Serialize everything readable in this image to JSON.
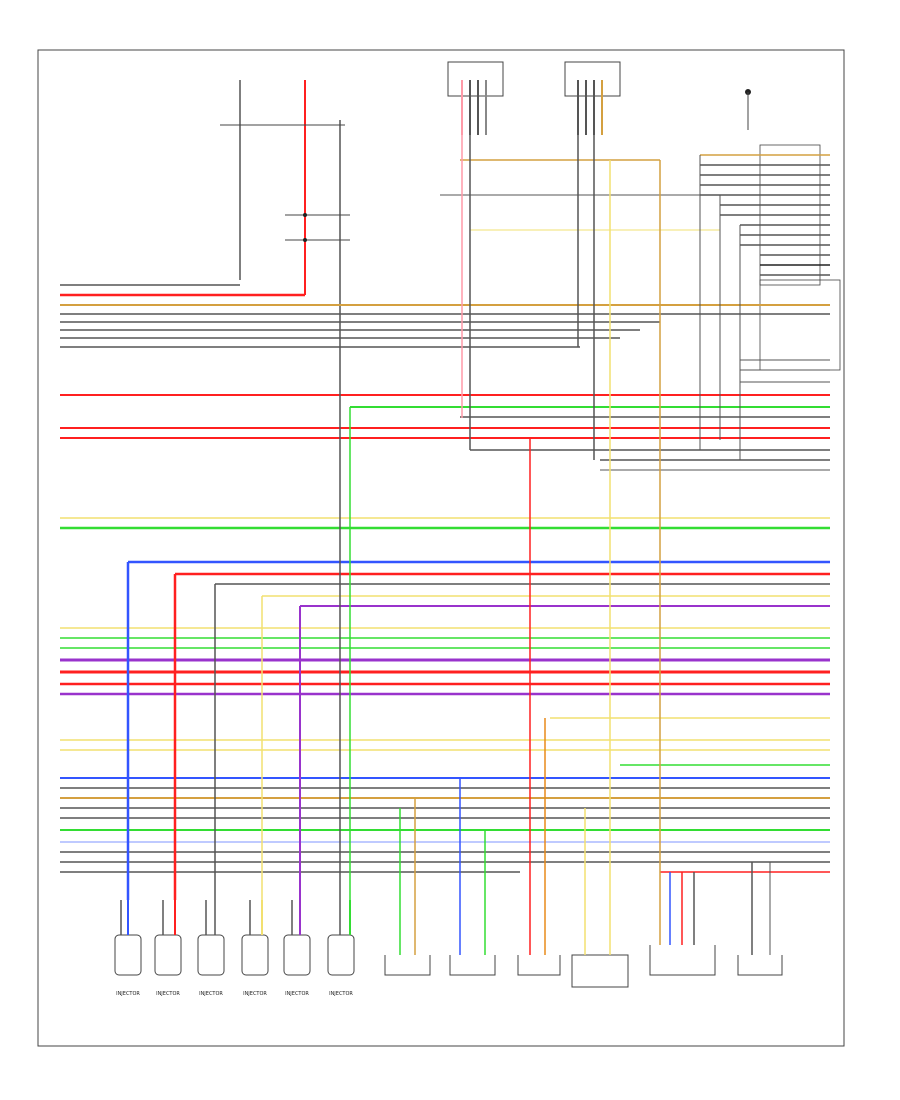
{
  "footer_code": "",
  "components": [
    {
      "id": "inj1",
      "label": "INJECTOR"
    },
    {
      "id": "inj2",
      "label": "INJECTOR"
    },
    {
      "id": "inj3",
      "label": "INJECTOR"
    },
    {
      "id": "inj4",
      "label": "INJECTOR"
    },
    {
      "id": "inj5",
      "label": "INJECTOR"
    },
    {
      "id": "inj6",
      "label": "INJECTOR"
    },
    {
      "id": "s1",
      "label": ""
    },
    {
      "id": "s2",
      "label": ""
    },
    {
      "id": "s3",
      "label": ""
    },
    {
      "id": "s4",
      "label": ""
    },
    {
      "id": "s5",
      "label": ""
    },
    {
      "id": "s6",
      "label": ""
    }
  ],
  "wire_colors": {
    "red": "#ff2020",
    "green": "#33dd33",
    "blue": "#3355ff",
    "violet": "#9933cc",
    "yellow": "#f2e070",
    "tan": "#d4a040",
    "pink": "#ff9aa8",
    "gray": "#555555",
    "black": "#222222",
    "orange": "#e88a1a"
  }
}
